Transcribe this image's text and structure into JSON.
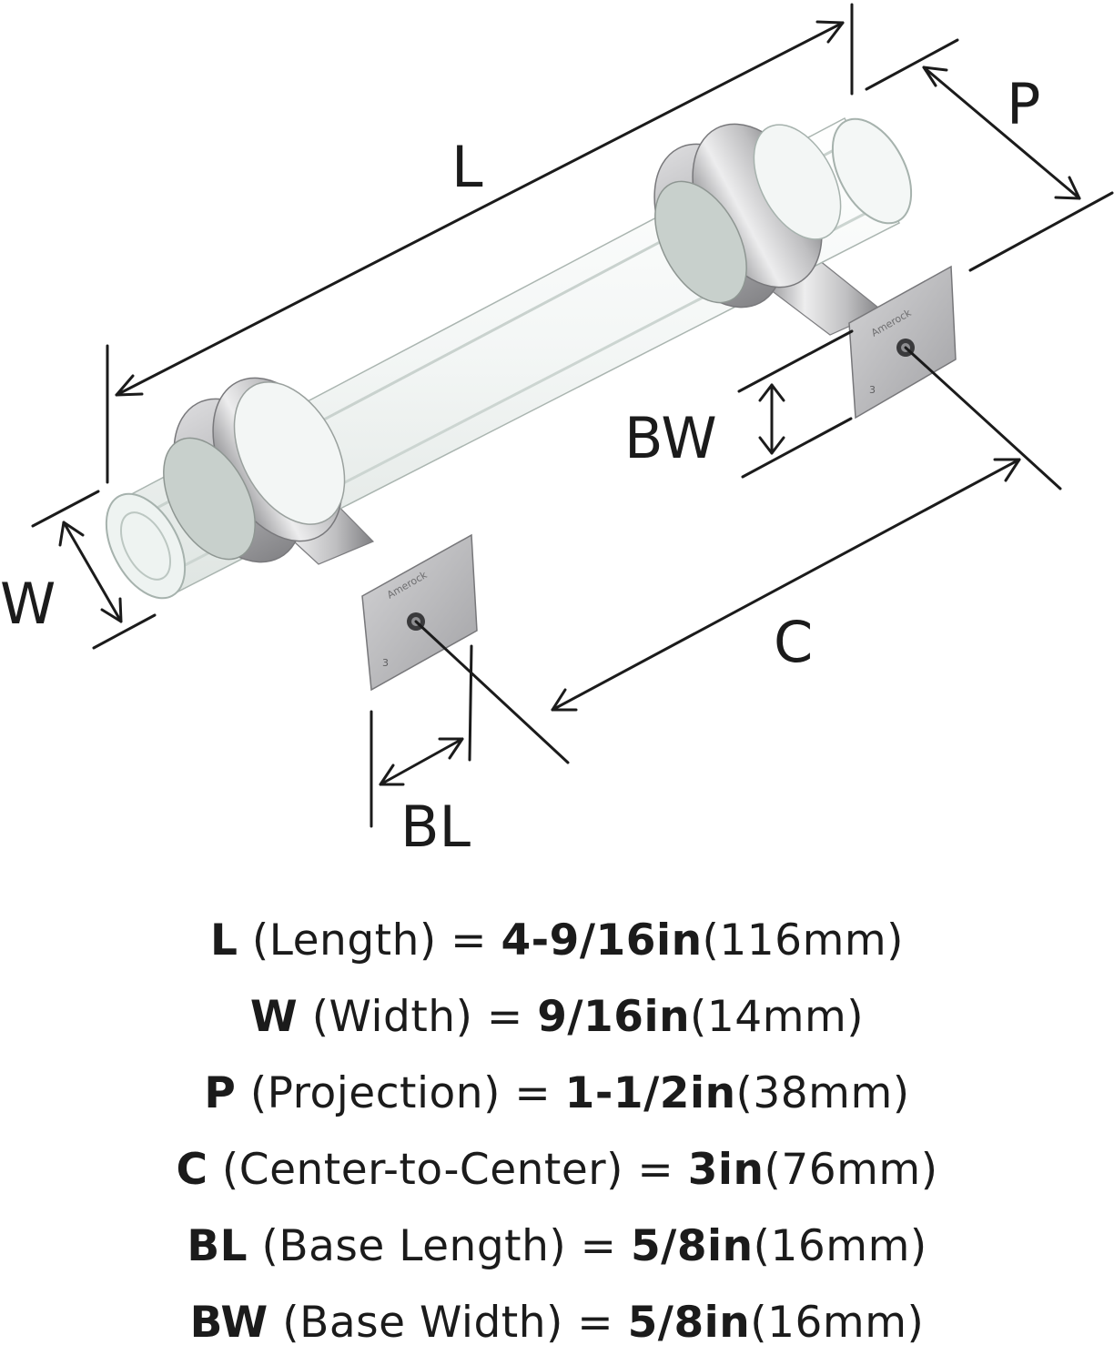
{
  "diagram": {
    "labels": {
      "length": "L",
      "width": "W",
      "projection": "P",
      "center_to_center": "C",
      "base_length": "BL",
      "base_width": "BW"
    },
    "logo_stamp_text": "Amerock",
    "base_number": "3",
    "colors": {
      "line": "#1b1b1b",
      "metal_light": "#e9e9ea",
      "metal_mid": "#bcbcbe",
      "metal_dark": "#8a8a8d",
      "acrylic": "#f7faf9",
      "acrylic_edge": "#b9c4bf"
    }
  },
  "specs": [
    {
      "code": "L",
      "name": "(Length) = ",
      "imperial": "4-9/16in",
      "metric": "(116mm)"
    },
    {
      "code": "W",
      "name": "(Width) = ",
      "imperial": "9/16in",
      "metric": "(14mm)"
    },
    {
      "code": "P",
      "name": "(Projection) = ",
      "imperial": "1-1/2in",
      "metric": "(38mm)"
    },
    {
      "code": "C",
      "name": "(Center-to-Center) = ",
      "imperial": "3in",
      "metric": "(76mm)"
    },
    {
      "code": "BL",
      "name": "(Base Length) = ",
      "imperial": "5/8in",
      "metric": "(16mm)"
    },
    {
      "code": "BW",
      "name": "(Base Width) = ",
      "imperial": "5/8in",
      "metric": "(16mm)"
    }
  ]
}
